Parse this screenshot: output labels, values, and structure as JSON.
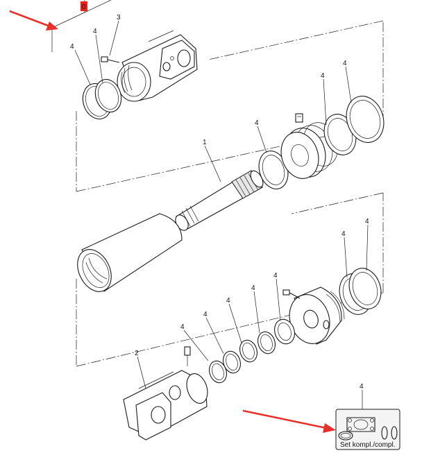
{
  "diagram": {
    "assembly_number": "0",
    "callouts": {
      "piston_rod": "1",
      "rod_eye": "2",
      "grease_nipple": "3",
      "seal": "4"
    },
    "seal_kit_label": "Set kompl./compl.",
    "colors": {
      "marker_red": "#e8201e",
      "arrow_red": "#e8302a",
      "line": "#1a1a1a",
      "kit_box_fill": "#f4f4f4"
    }
  }
}
